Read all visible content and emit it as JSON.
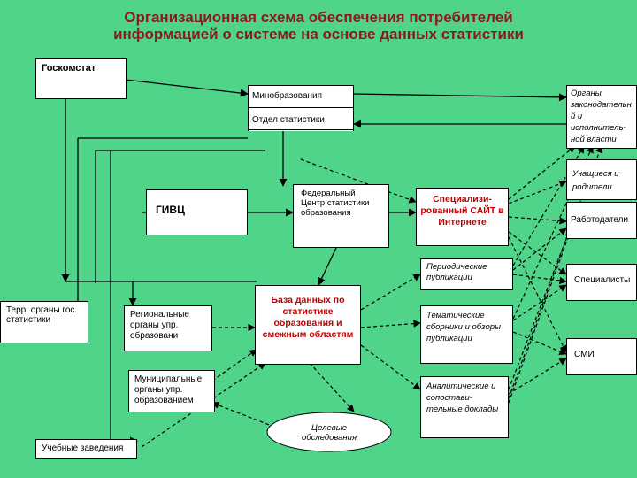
{
  "title": {
    "line1": "Организационная схема обеспечения потребителей",
    "line2": "информацией о системе на основе данных статистики"
  },
  "nodes": {
    "goskomstat": "Госкомстат",
    "minobr": "Минобразования",
    "otdel": "Отдел статистики",
    "organy_vlasti": "Органы законодательн й и исполнитель-ной власти",
    "uchashiesya": "Учащиеся и родители",
    "fed_center": "Федеральный Центр статистики образования",
    "givc": "ГИВЦ",
    "site": "Специализи-рованный САЙТ в Интернете",
    "rabotodateli": "Работодатели",
    "periodicheskie": "Периодические публикации",
    "specialisty": "Специалисты",
    "terr": "Терр. органы гос. статистики",
    "regionalnye": "Региональные органы упр. образовани",
    "baza": "База данных по статистике образования и смежным областям",
    "tematicheskie": "Тематические сборники и обзоры публикации",
    "smi": "СМИ",
    "municipalnye": "Муниципальные органы упр. образованием",
    "analiticheskie": "Аналитические и сопостави-тельные доклады",
    "celevye": "Целевые обследования",
    "uchebnye": "Учебные заведения"
  },
  "colors": {
    "background": "#4fd48a",
    "title": "#8b1a1a",
    "highlight": "#c00000"
  }
}
